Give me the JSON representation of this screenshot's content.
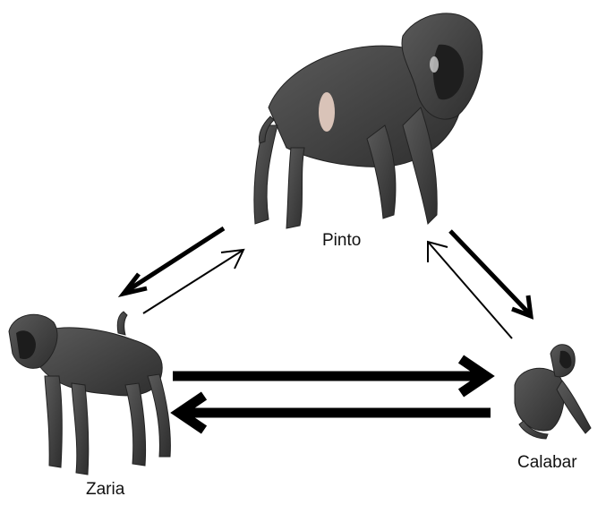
{
  "nodes": {
    "pinto": {
      "label": "Pinto",
      "icon": "drill-monkey-icon"
    },
    "zaria": {
      "label": "Zaria",
      "icon": "drill-monkey-icon"
    },
    "calabar": {
      "label": "Calabar",
      "icon": "drill-monkey-icon"
    }
  },
  "edges": [
    {
      "from": "Pinto",
      "to": "Zaria",
      "weight": "medium"
    },
    {
      "from": "Zaria",
      "to": "Pinto",
      "weight": "thin"
    },
    {
      "from": "Pinto",
      "to": "Calabar",
      "weight": "medium"
    },
    {
      "from": "Calabar",
      "to": "Pinto",
      "weight": "thin"
    },
    {
      "from": "Zaria",
      "to": "Calabar",
      "weight": "heavy"
    },
    {
      "from": "Calabar",
      "to": "Zaria",
      "weight": "heavy"
    }
  ],
  "colors": {
    "arrow": "#000000",
    "fur": "#4a4a4a",
    "fur_dark": "#2b2b2b",
    "skin": "#d9c3b8"
  }
}
